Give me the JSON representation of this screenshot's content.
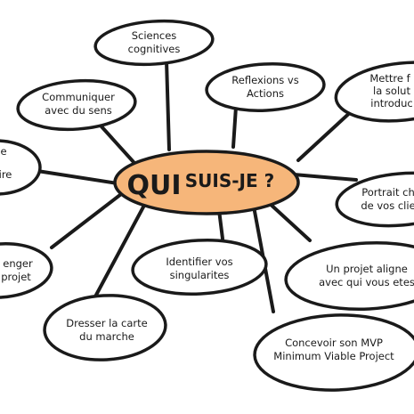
{
  "center": {
    "part1": "QUI",
    "part2": "SUIS-JE ?",
    "fill": "#f6b67a"
  },
  "nodes": {
    "sciences": [
      "Sciences",
      "cognitives"
    ],
    "reflexions": [
      "Reflexions vs",
      "Actions"
    ],
    "mettre": [
      "Mettre f",
      "la solut",
      "introduc"
    ],
    "communiquer": [
      "Communiquer",
      "avec du sens"
    ],
    "left_top": [
      "e",
      "ire"
    ],
    "portrait": [
      "Portrait ch",
      "de vos clie"
    ],
    "left_mid": [
      "enger",
      "projet"
    ],
    "identifier": [
      "Identifier vos",
      "singularites"
    ],
    "projet_aligne": [
      "Un projet aligne",
      "avec qui vous etes"
    ],
    "dresser": [
      "Dresser la carte",
      "du marche"
    ],
    "concevoir": [
      "Concevoir son MVP",
      "Minimum Viable Project"
    ]
  },
  "colors": {
    "ink": "#1a1a1a",
    "bubble": "#ffffff"
  }
}
